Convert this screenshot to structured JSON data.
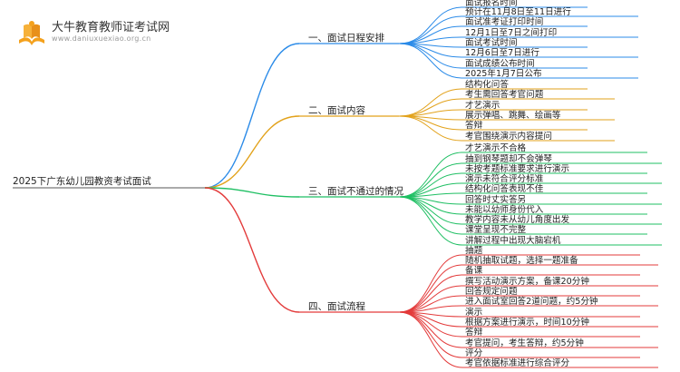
{
  "logo": {
    "title": "大牛教育教师证考试网",
    "url": "www.daniuxuexiao.org.cn"
  },
  "mindmap": {
    "root": "2025下广东幼儿园教资考试面试",
    "branches": [
      {
        "label": "一、面试日程安排",
        "color": "#2b8be8",
        "children": [
          "面试报名时间",
          "预计在11月8日至11日进行",
          "面试准考证打印时间",
          "12月1日至7日之间打印",
          "面试考试时间",
          "12月6日至7日进行",
          "面试成绩公布时间",
          "2025年1月7日公布"
        ]
      },
      {
        "label": "二、面试内容",
        "color": "#e2a21b",
        "children": [
          "结构化问答",
          "考生需回答考官问题",
          "才艺演示",
          "展示弹唱、跳舞、绘画等",
          "答辩",
          "考官围绕演示内容提问"
        ]
      },
      {
        "label": "三、面试不通过的情况",
        "color": "#1fbf63",
        "children": [
          "才艺演示不合格",
          "抽到钢琴题却不会弹琴",
          "未按考题标准要求进行演示",
          "演示未符合评分标准",
          "结构化问答表现不佳",
          "回答时丈实答另",
          "未能以幼师身份代入",
          "教学内容未从幼儿角度出发",
          "课堂呈现不完整",
          "讲解过程中出现大脑宕机"
        ]
      },
      {
        "label": "四、面试流程",
        "color": "#e33b3b",
        "children": [
          "抽题",
          "随机抽取试题，选择一题准备",
          "备课",
          "撰写活动演示方案，备课20分钟",
          "回答规定问题",
          "进入面试室回答2道问题，约5分钟",
          "演示",
          "根据方案进行演示，时间10分钟",
          "答辩",
          "考官提问，考生答辩，约5分钟",
          "评分",
          "考官依据标准进行综合评分"
        ]
      }
    ]
  }
}
